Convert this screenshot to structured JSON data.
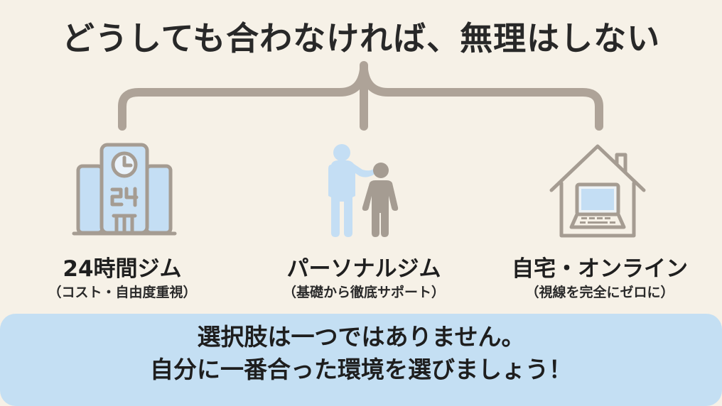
{
  "title": "どうしても合わなければ、無理はしない",
  "colors": {
    "background": "#f6f1e7",
    "bracket": "#aea398",
    "icon_blue": "#c4def4",
    "icon_gray": "#a59c92",
    "banner": "#c4dff3",
    "text": "#262626"
  },
  "options": [
    {
      "icon": "building-24h-icon",
      "name": "24時間ジム",
      "sub": "（コスト・自由度重視）"
    },
    {
      "icon": "personal-trainer-icon",
      "name": "パーソナルジム",
      "sub": "（基礎から徹底サポート）"
    },
    {
      "icon": "home-laptop-icon",
      "name": "自宅・オンライン",
      "sub": "（視線を完全にゼロに）"
    }
  ],
  "building_sign": "24",
  "banner": {
    "line1": "選択肢は一つではありません。",
    "line2": "自分に一番合った環境を選びましょう！"
  }
}
